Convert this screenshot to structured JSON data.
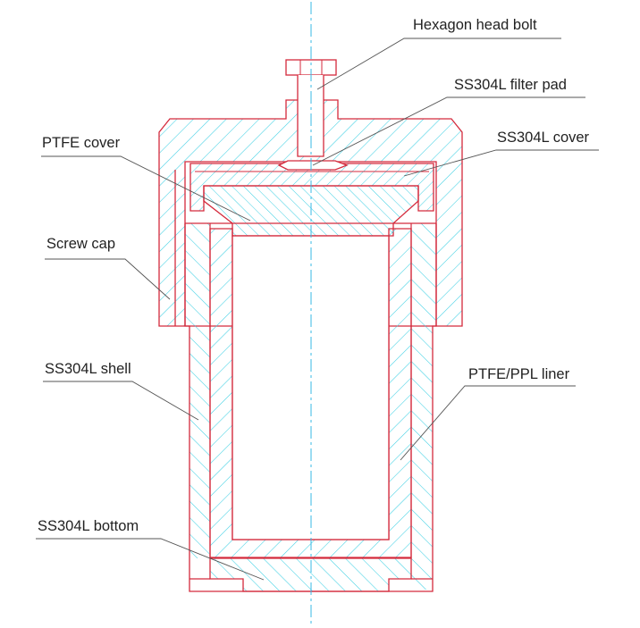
{
  "colors": {
    "outline": "#d42a3c",
    "hatch": "#3fd0e3",
    "centerline": "#37b8e6",
    "leader": "#555555",
    "text": "#222222"
  },
  "labels": {
    "hexagon_head_bolt": "Hexagon head bolt",
    "filter_pad": "SS304L filter pad",
    "ss_cover": "SS304L cover",
    "ptfe_cover": "PTFE cover",
    "screw_cap": "Screw cap",
    "shell": "SS304L shell",
    "liner": "PTFE/PPL liner",
    "bottom": "SS304L bottom"
  }
}
